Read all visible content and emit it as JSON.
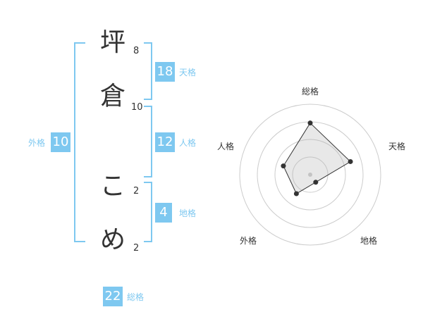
{
  "name": {
    "chars": [
      {
        "char": "坪",
        "strokes": "8"
      },
      {
        "char": "倉",
        "strokes": "10"
      },
      {
        "char": "こ",
        "strokes": "2"
      },
      {
        "char": "め",
        "strokes": "2"
      }
    ]
  },
  "kaku": {
    "tenkaku": {
      "value": "18",
      "label": "天格"
    },
    "jinkaku": {
      "value": "12",
      "label": "人格"
    },
    "chikaku": {
      "value": "4",
      "label": "地格"
    },
    "gaikaku": {
      "value": "10",
      "label": "外格"
    },
    "soukaku": {
      "value": "22",
      "label": "総格"
    }
  },
  "radar": {
    "axes": [
      "総格",
      "天格",
      "地格",
      "外格",
      "人格"
    ],
    "values": [
      22,
      18,
      4,
      10,
      12
    ],
    "rings": 4,
    "max": 30
  },
  "colors": {
    "accent": "#7ec8f0",
    "text": "#333333"
  }
}
